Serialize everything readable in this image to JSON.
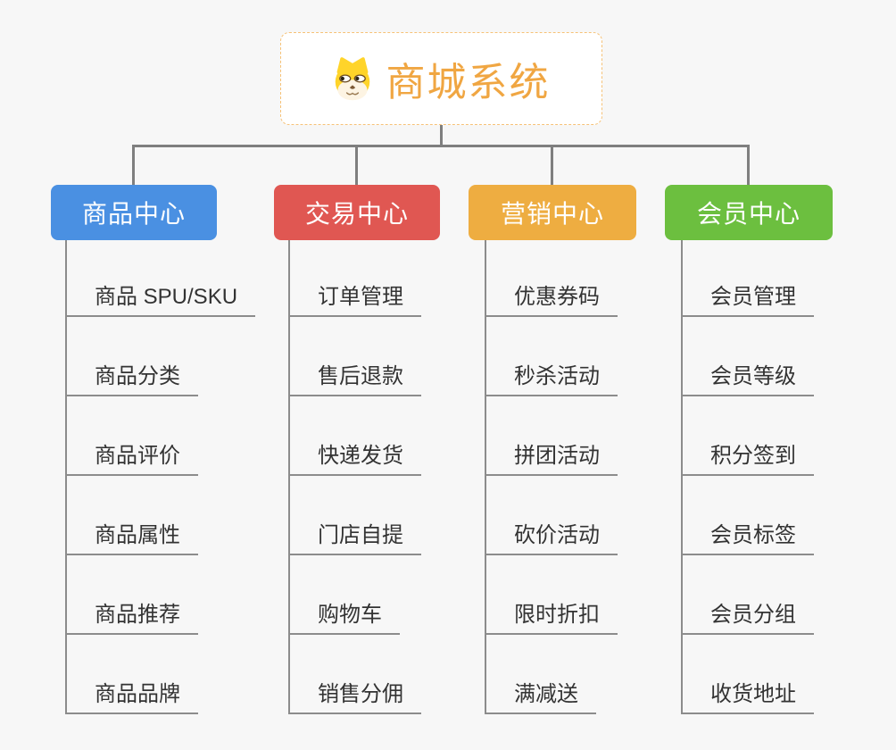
{
  "root": {
    "title": "商城系统",
    "icon": "doge-icon",
    "border_color": "#f6c277",
    "title_color": "#f0a642"
  },
  "connector_color": "#7f7f7f",
  "branches": [
    {
      "label": "商品中心",
      "color": "#4a90e2",
      "items": [
        "商品 SPU/SKU",
        "商品分类",
        "商品评价",
        "商品属性",
        "商品推荐",
        "商品品牌"
      ]
    },
    {
      "label": "交易中心",
      "color": "#e05752",
      "items": [
        "订单管理",
        "售后退款",
        "快递发货",
        "门店自提",
        "购物车",
        "销售分佣"
      ]
    },
    {
      "label": "营销中心",
      "color": "#eead41",
      "items": [
        "优惠券码",
        "秒杀活动",
        "拼团活动",
        "砍价活动",
        "限时折扣",
        "满减送"
      ]
    },
    {
      "label": "会员中心",
      "color": "#6cbf3f",
      "items": [
        "会员管理",
        "会员等级",
        "积分签到",
        "会员标签",
        "会员分组",
        "收货地址"
      ]
    }
  ]
}
